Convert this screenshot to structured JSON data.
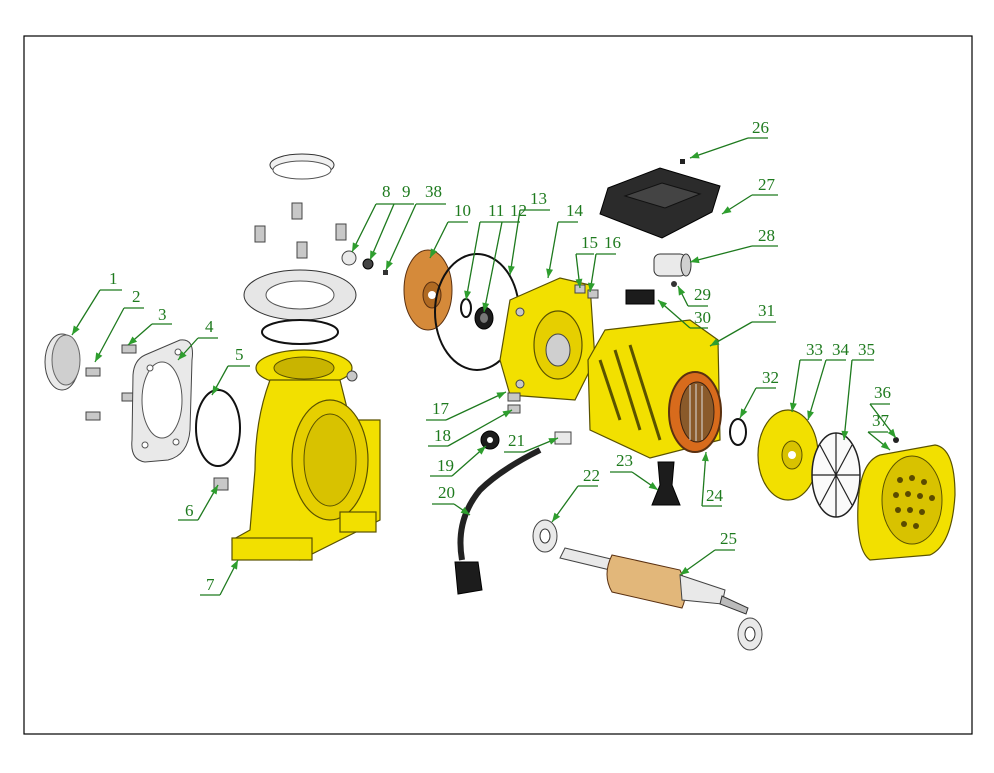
{
  "diagram": {
    "callouts": [
      {
        "id": "c1",
        "number": "1"
      },
      {
        "id": "c2",
        "number": "2"
      },
      {
        "id": "c3",
        "number": "3"
      },
      {
        "id": "c4",
        "number": "4"
      },
      {
        "id": "c5",
        "number": "5"
      },
      {
        "id": "c6",
        "number": "6"
      },
      {
        "id": "c7",
        "number": "7"
      },
      {
        "id": "c8",
        "number": "8"
      },
      {
        "id": "c9",
        "number": "9"
      },
      {
        "id": "c38",
        "number": "38"
      },
      {
        "id": "c10",
        "number": "10"
      },
      {
        "id": "c11",
        "number": "11"
      },
      {
        "id": "c12",
        "number": "12"
      },
      {
        "id": "c13",
        "number": "13"
      },
      {
        "id": "c14",
        "number": "14"
      },
      {
        "id": "c15",
        "number": "15"
      },
      {
        "id": "c16",
        "number": "16"
      },
      {
        "id": "c17",
        "number": "17"
      },
      {
        "id": "c18",
        "number": "18"
      },
      {
        "id": "c19",
        "number": "19"
      },
      {
        "id": "c20",
        "number": "20"
      },
      {
        "id": "c21",
        "number": "21"
      },
      {
        "id": "c22",
        "number": "22"
      },
      {
        "id": "c23",
        "number": "23"
      },
      {
        "id": "c24",
        "number": "24"
      },
      {
        "id": "c25",
        "number": "25"
      },
      {
        "id": "c26",
        "number": "26"
      },
      {
        "id": "c27",
        "number": "27"
      },
      {
        "id": "c28",
        "number": "28"
      },
      {
        "id": "c29",
        "number": "29"
      },
      {
        "id": "c30",
        "number": "30"
      },
      {
        "id": "c31",
        "number": "31"
      },
      {
        "id": "c32",
        "number": "32"
      },
      {
        "id": "c33",
        "number": "33"
      },
      {
        "id": "c34",
        "number": "34"
      },
      {
        "id": "c35",
        "number": "35"
      },
      {
        "id": "c36",
        "number": "36"
      },
      {
        "id": "c37",
        "number": "37"
      }
    ],
    "colors": {
      "callout": "#1e7a1e",
      "arrowhead": "#2e9e2e",
      "housing": "#f2e000",
      "impeller": "#d58a3a",
      "frame": "#000000"
    },
    "icons": [
      "pump-body",
      "impeller",
      "motor-housing",
      "rotor-shaft",
      "terminal-box",
      "capacitor",
      "fan",
      "fan-cover",
      "bearing",
      "gasket",
      "flange",
      "bolt",
      "power-cable"
    ]
  }
}
